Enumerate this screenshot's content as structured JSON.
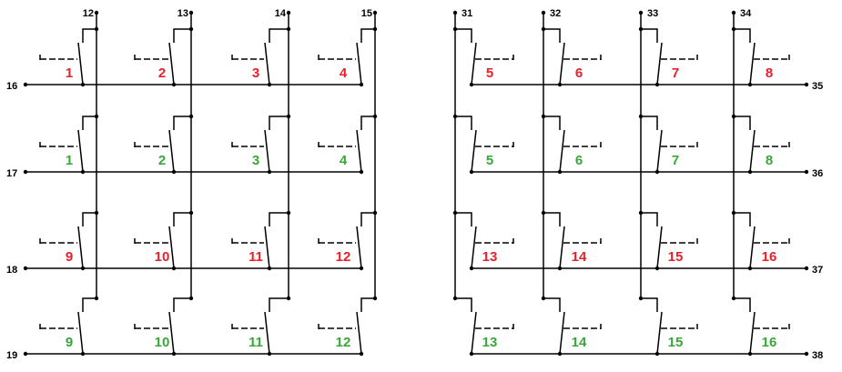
{
  "colors": {
    "wire": "#000000",
    "label_red": "#e8202a",
    "label_green": "#3aa63a"
  },
  "left_matrix": {
    "column_pins": [
      "12",
      "13",
      "14",
      "15"
    ],
    "row_pins": [
      "16",
      "17",
      "18",
      "19"
    ],
    "rows": [
      {
        "labels": [
          "1",
          "2",
          "3",
          "4"
        ],
        "color": "red"
      },
      {
        "labels": [
          "1",
          "2",
          "3",
          "4"
        ],
        "color": "green"
      },
      {
        "labels": [
          "9",
          "10",
          "11",
          "12"
        ],
        "color": "red"
      },
      {
        "labels": [
          "9",
          "10",
          "11",
          "12"
        ],
        "color": "green"
      }
    ]
  },
  "right_matrix": {
    "column_pins": [
      "31",
      "32",
      "33",
      "34"
    ],
    "row_pins": [
      "35",
      "36",
      "37",
      "38"
    ],
    "rows": [
      {
        "labels": [
          "5",
          "6",
          "7",
          "8"
        ],
        "color": "red"
      },
      {
        "labels": [
          "5",
          "6",
          "7",
          "8"
        ],
        "color": "green"
      },
      {
        "labels": [
          "13",
          "14",
          "15",
          "16"
        ],
        "color": "red"
      },
      {
        "labels": [
          "13",
          "14",
          "15",
          "16"
        ],
        "color": "green"
      }
    ]
  }
}
